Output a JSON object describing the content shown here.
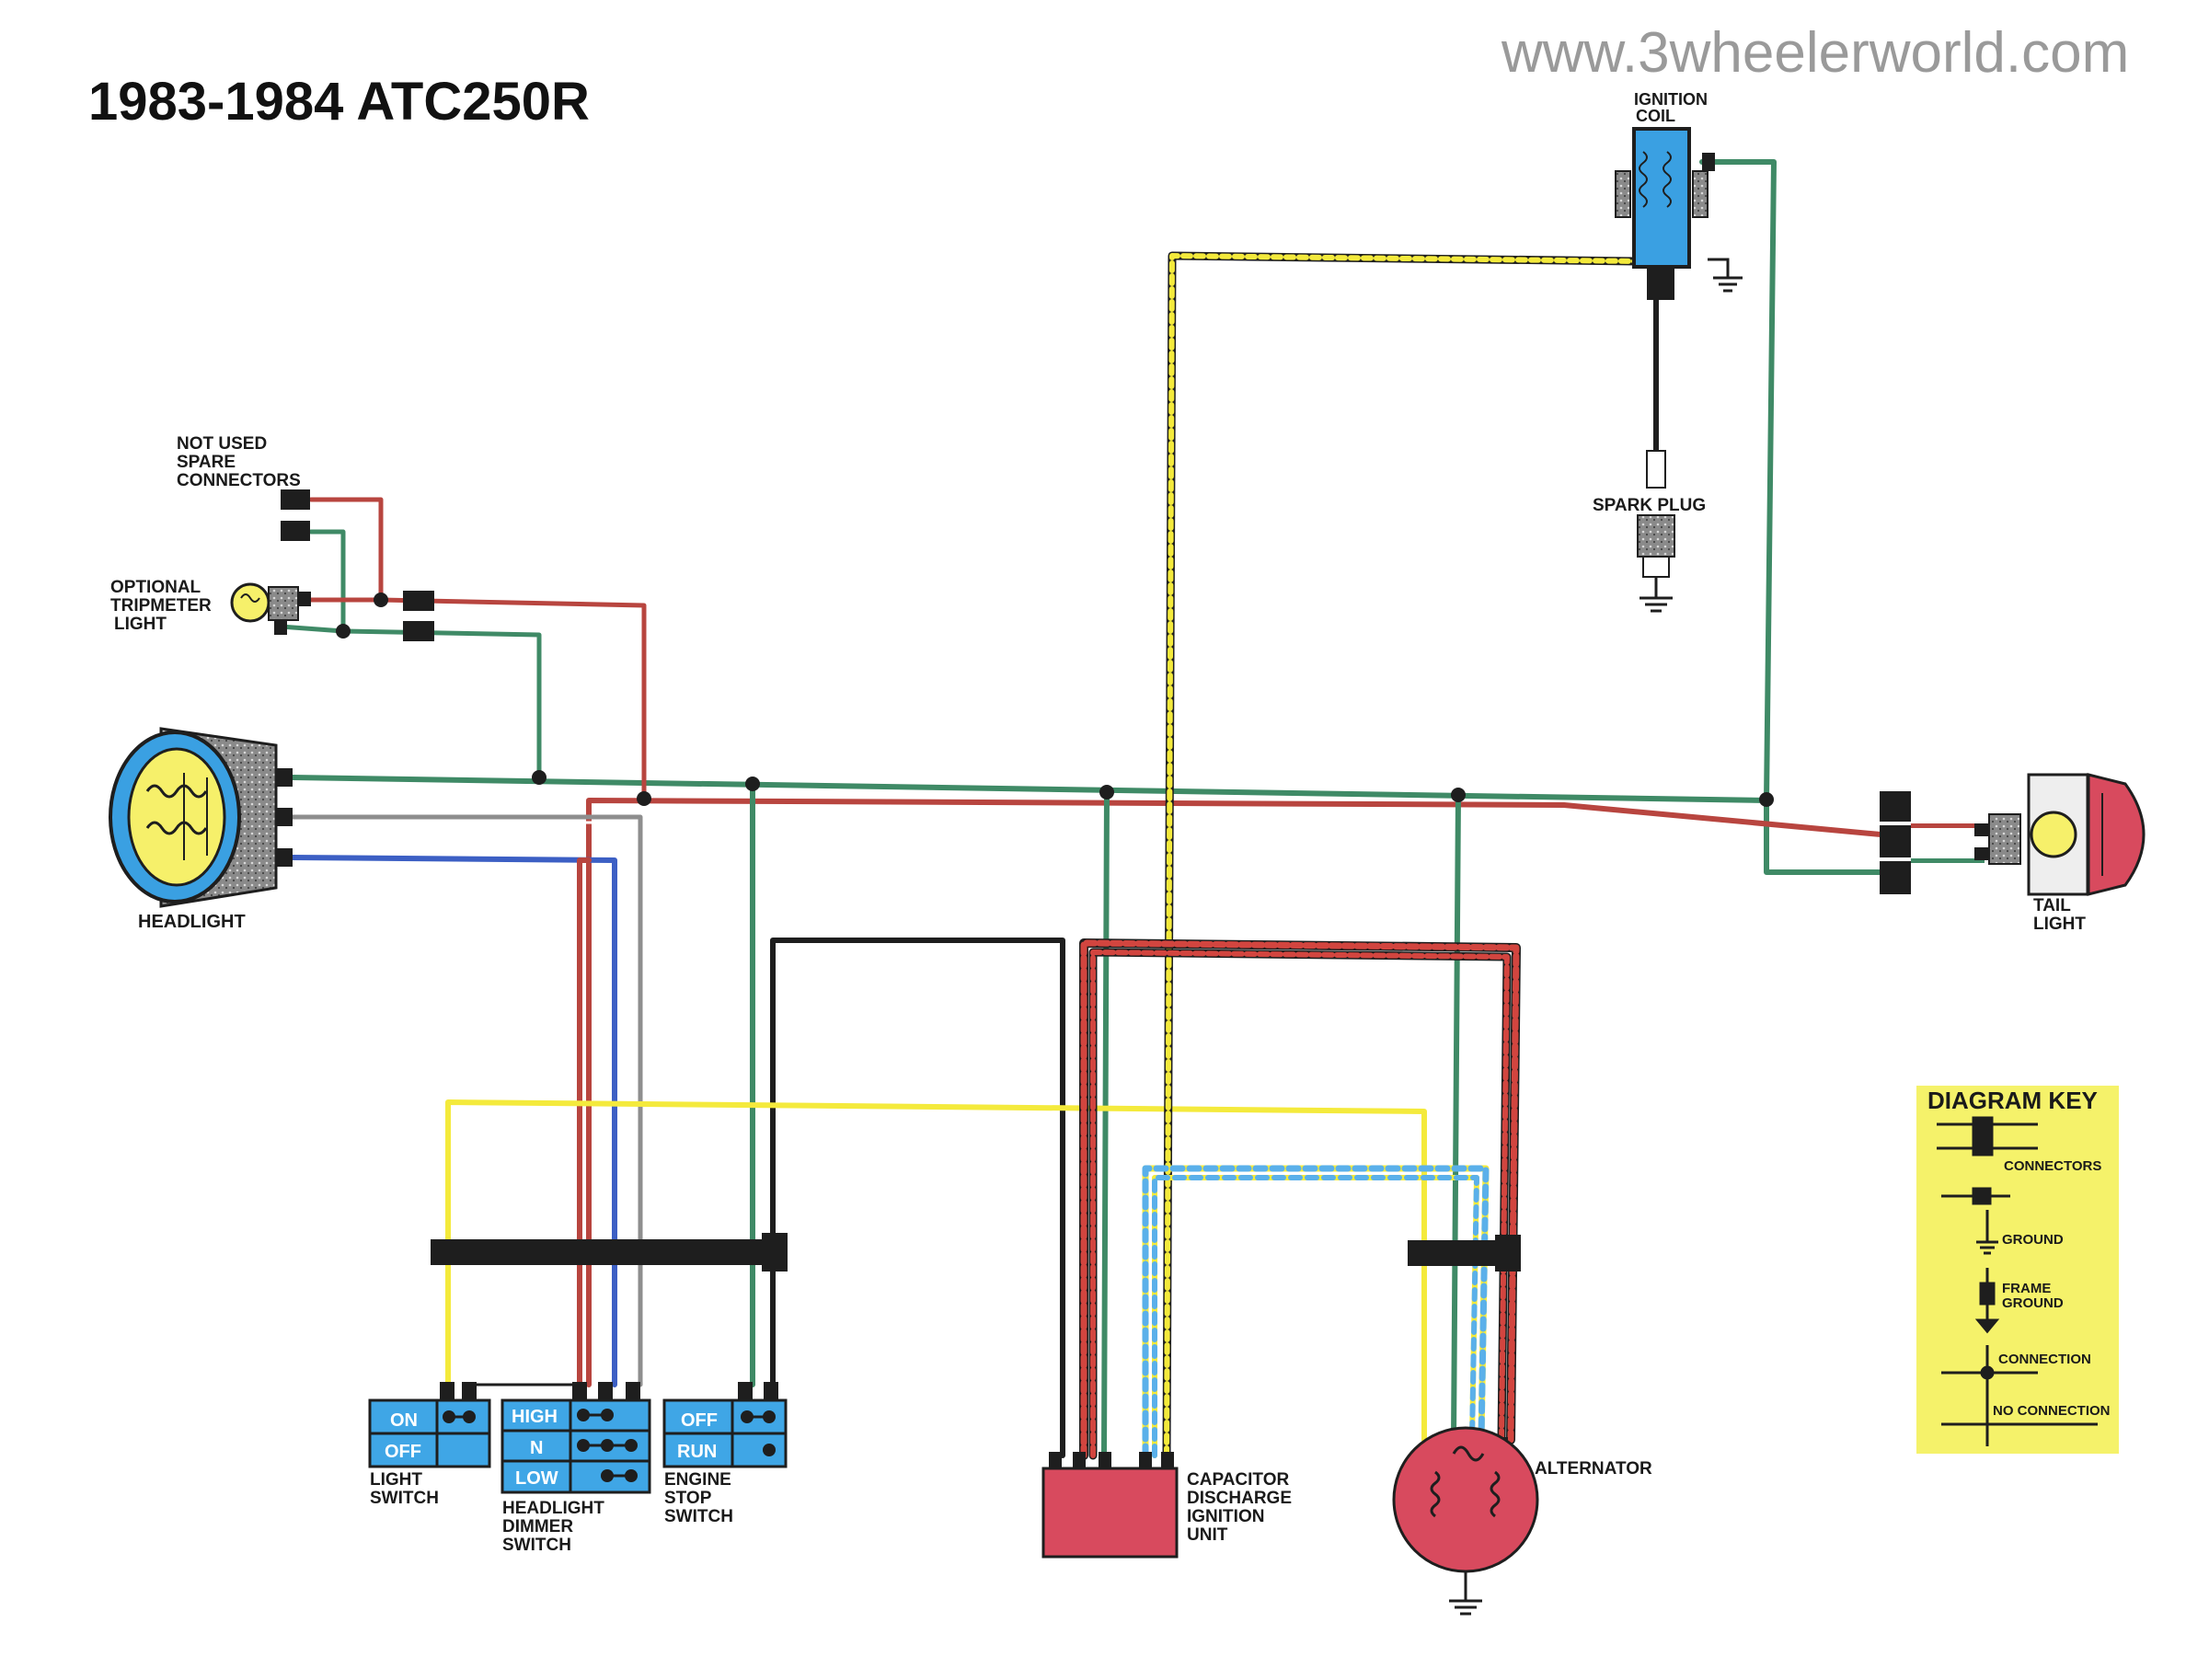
{
  "header": {
    "title": "1983-1984 ATC250R",
    "website": "www.3wheelerworld.com"
  },
  "components": {
    "ignition_coil": [
      "IGNITION",
      "COIL"
    ],
    "spark_plug": "SPARK PLUG",
    "spare_connectors": [
      "NOT USED",
      "SPARE",
      "CONNECTORS"
    ],
    "tripmeter_light": [
      "OPTIONAL",
      "TRIPMETER",
      "LIGHT"
    ],
    "headlight": "HEADLIGHT",
    "tail_light": [
      "TAIL",
      "LIGHT"
    ],
    "light_switch": {
      "label": [
        "LIGHT",
        "SWITCH"
      ],
      "positions": [
        "ON",
        "OFF"
      ]
    },
    "dimmer_switch": {
      "label": [
        "HEADLIGHT",
        "DIMMER",
        "SWITCH"
      ],
      "positions": [
        "HIGH",
        "N",
        "LOW"
      ]
    },
    "engine_stop_switch": {
      "label": [
        "ENGINE",
        "STOP",
        "SWITCH"
      ],
      "positions": [
        "OFF",
        "RUN"
      ]
    },
    "cdi_unit": [
      "CAPACITOR",
      "DISCHARGE",
      "IGNITION",
      "UNIT"
    ],
    "alternator": "ALTERNATOR"
  },
  "diagram_key": {
    "title": "DIAGRAM KEY",
    "items": [
      "CONNECTORS",
      "GROUND",
      "FRAME",
      "GROUND",
      "CONNECTION",
      "NO CONNECTION"
    ]
  },
  "colors": {
    "green": "#3f8a66",
    "red": "#b8453f",
    "black": "#1e1e1e",
    "blue": "#3c5fc4",
    "yellow": "#f4ea3c",
    "white_wire": "#9a9a9a",
    "switch_blue": "#3fa6e6",
    "cdi_red": "#d84a5e",
    "key_bg": "#f5f26a",
    "headlight_blue": "#3aa0e2",
    "lens_yellow": "#f6f06a"
  }
}
